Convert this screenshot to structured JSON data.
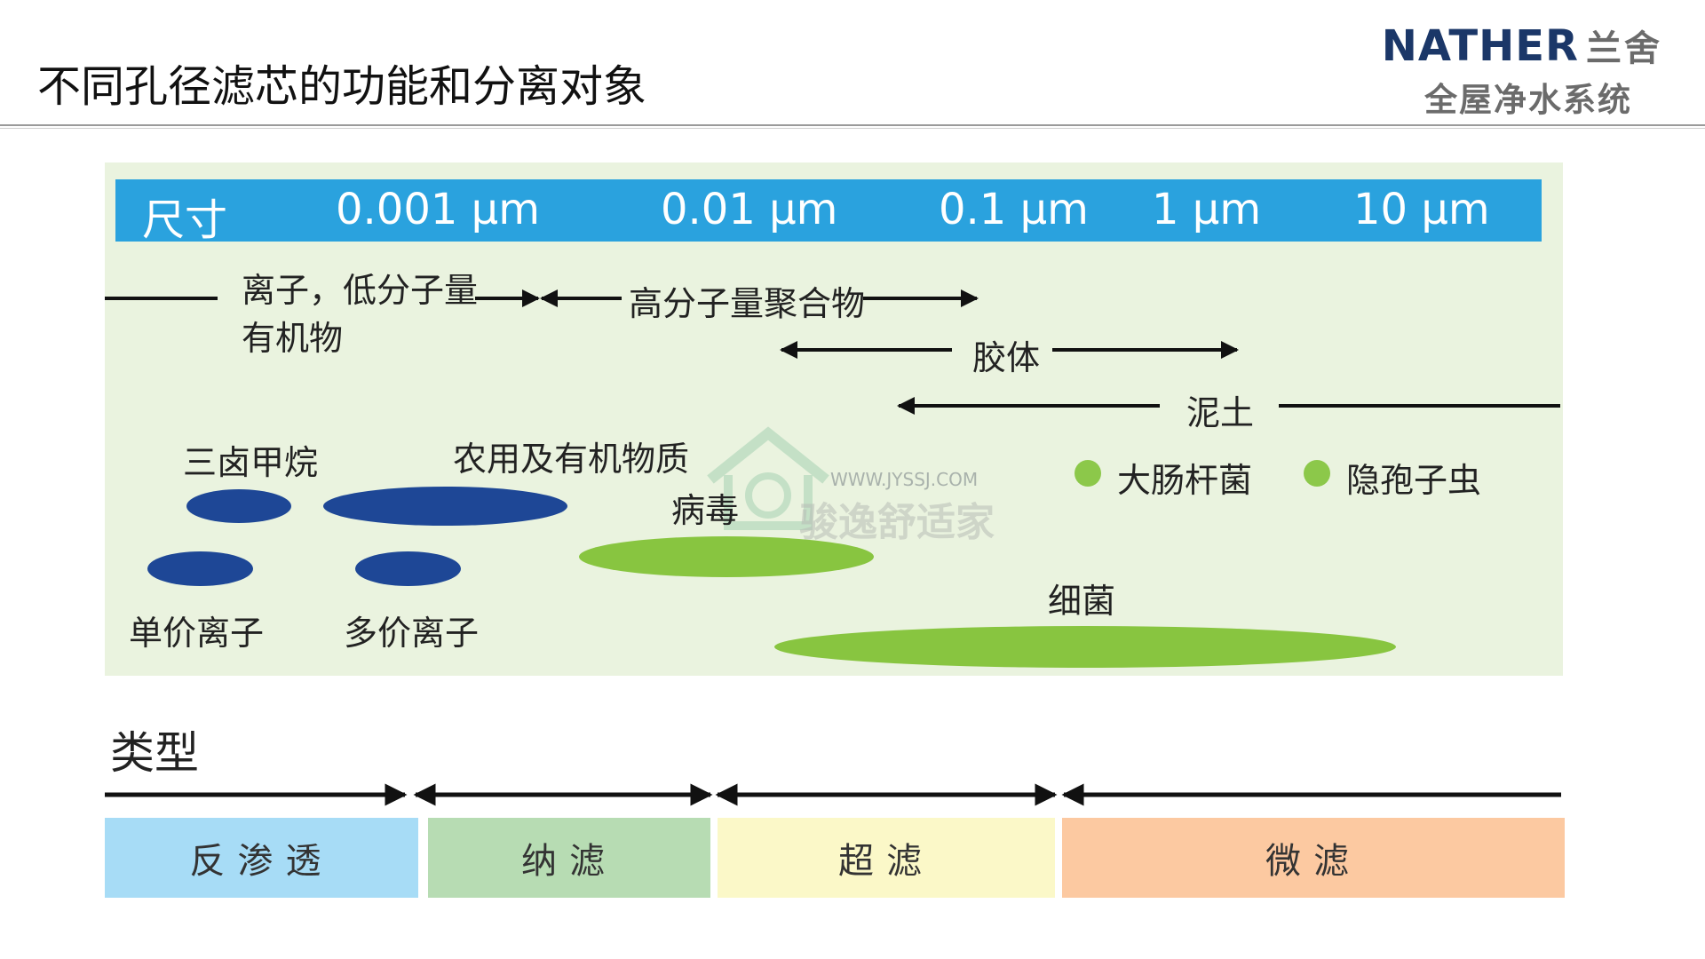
{
  "header": {
    "title": "不同孔径滤芯的功能和分离对象",
    "brand_name": "NATHER",
    "brand_cn": "兰舍",
    "brand_sub": "全屋净水系统"
  },
  "scale": {
    "label": "尺寸",
    "ticks": [
      "0.001 μm",
      "0.01 μm",
      "0.1 μm",
      "1 μm",
      "10 μm"
    ]
  },
  "ranges": {
    "ions_line1": "离子，低分子量",
    "ions_line2": "有机物",
    "polymers": "高分子量聚合物",
    "colloid": "胶体",
    "mud": "泥土"
  },
  "particles": {
    "thm": "三卤甲烷",
    "pesticides": "农用及有机物质",
    "virus": "病毒",
    "ecoli": "大肠杆菌",
    "crypto": "隐孢子虫",
    "bacteria": "细菌",
    "mono_ions": "单价离子",
    "multi_ions": "多价离子"
  },
  "watermark": {
    "url": "WWW.JYSSJ.COM",
    "name": "骏逸舒适家"
  },
  "types": {
    "label": "类型",
    "items": [
      "反渗透",
      "纳滤",
      "超滤",
      "微滤"
    ]
  },
  "colors": {
    "scale_bar": "#2aa2de",
    "panel": "#eaf3df",
    "ion_blue": "#1e4796",
    "bio_green": "#88c540",
    "ro": "#a7dcf6",
    "nf": "#b7dcb3",
    "uf": "#fbf8c8",
    "mf": "#fcc9a1"
  }
}
